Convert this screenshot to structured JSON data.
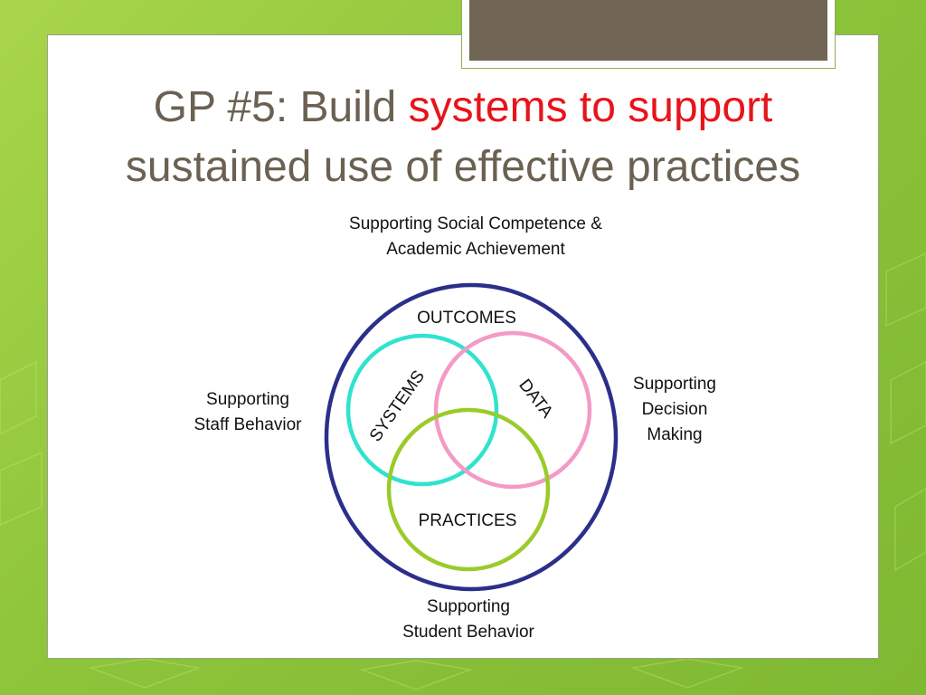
{
  "title": {
    "prefix": "GP #5: Build ",
    "highlight": "systems to support",
    "line2": "sustained use of effective practices"
  },
  "diagram": {
    "top_label_line1": "Supporting Social Competence &",
    "top_label_line2": "Academic Achievement",
    "left_label_line1": "Supporting",
    "left_label_line2": "Staff Behavior",
    "right_label_line1": "Supporting",
    "right_label_line2": "Decision",
    "right_label_line3": "Making",
    "bottom_label_line1": "Supporting",
    "bottom_label_line2": "Student Behavior",
    "outcomes": "OUTCOMES",
    "systems": "SYSTEMS",
    "data": "DATA",
    "practices": "PRACTICES",
    "colors": {
      "outer": "#2b2f8a",
      "systems": "#2fe3cf",
      "data": "#f49ac6",
      "practices": "#9acb2a",
      "title_highlight": "#e8141b",
      "title_text": "#6b6152"
    }
  }
}
